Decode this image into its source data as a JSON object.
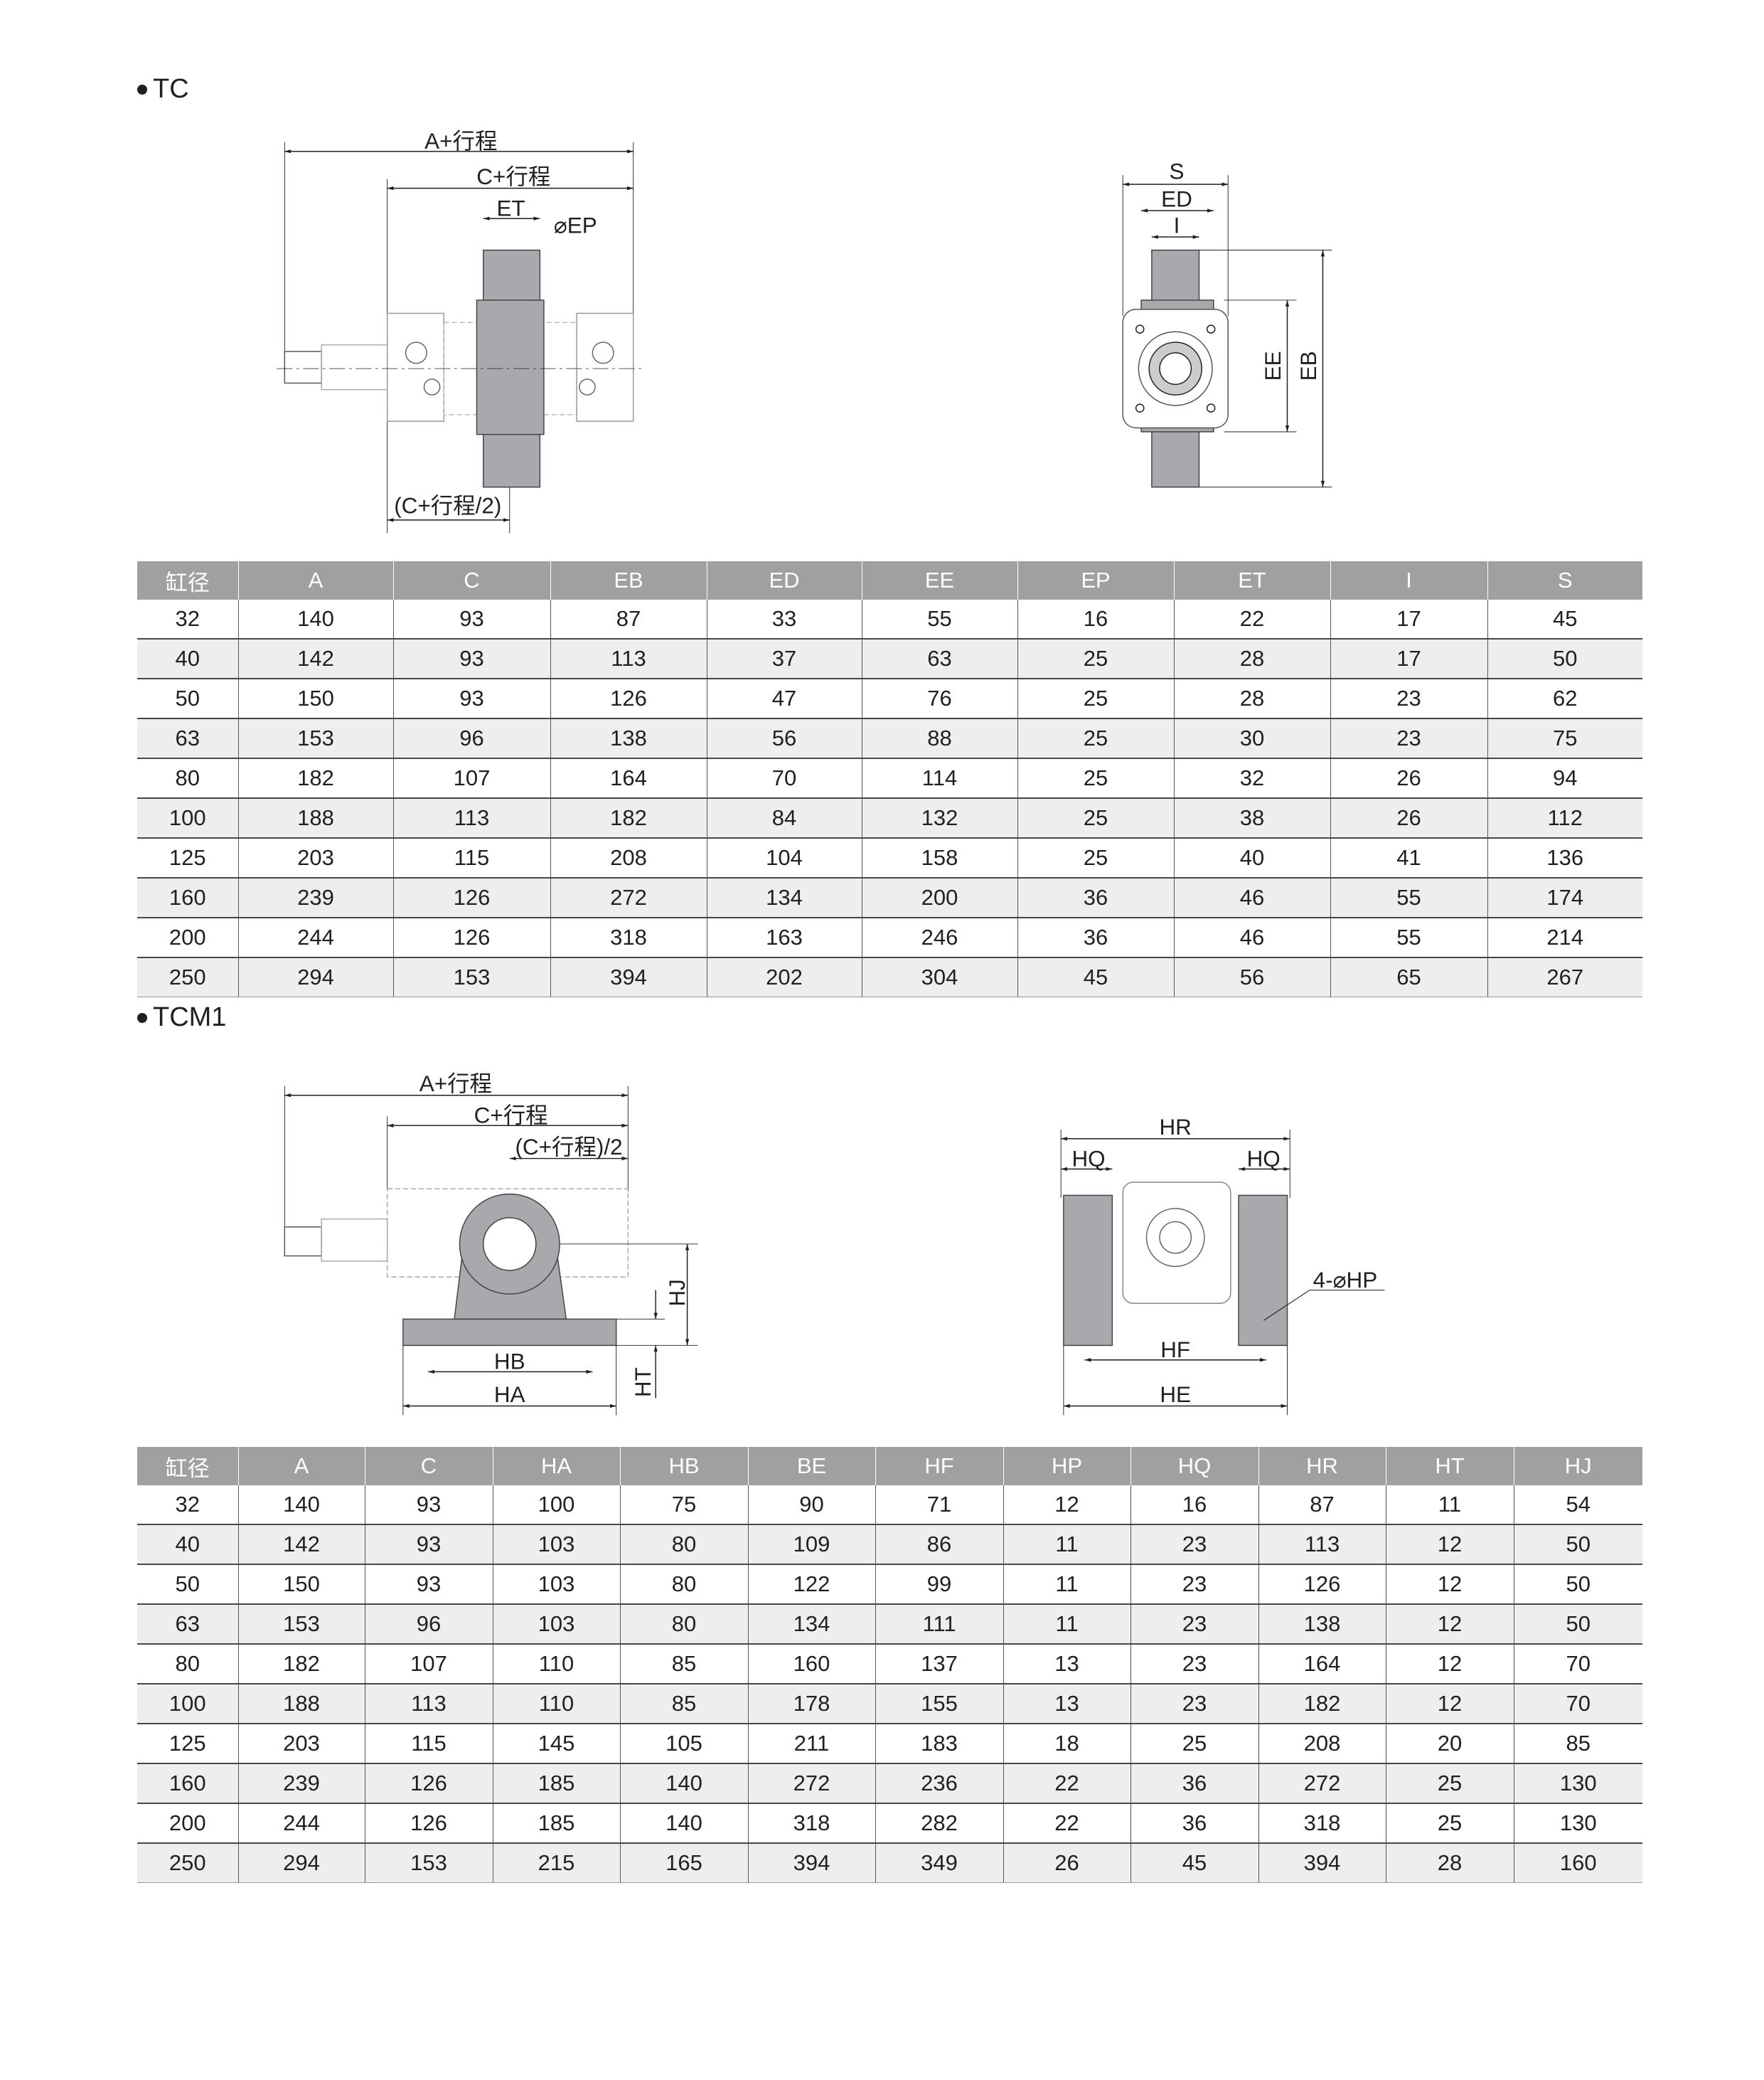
{
  "sections": [
    {
      "title": "TC",
      "columns": [
        "缸径",
        "A",
        "C",
        "EB",
        "ED",
        "EE",
        "EP",
        "ET",
        "I",
        "S"
      ],
      "rows": [
        [
          "32",
          "140",
          "93",
          "87",
          "33",
          "55",
          "16",
          "22",
          "17",
          "45"
        ],
        [
          "40",
          "142",
          "93",
          "113",
          "37",
          "63",
          "25",
          "28",
          "17",
          "50"
        ],
        [
          "50",
          "150",
          "93",
          "126",
          "47",
          "76",
          "25",
          "28",
          "23",
          "62"
        ],
        [
          "63",
          "153",
          "96",
          "138",
          "56",
          "88",
          "25",
          "30",
          "23",
          "75"
        ],
        [
          "80",
          "182",
          "107",
          "164",
          "70",
          "114",
          "25",
          "32",
          "26",
          "94"
        ],
        [
          "100",
          "188",
          "113",
          "182",
          "84",
          "132",
          "25",
          "38",
          "26",
          "112"
        ],
        [
          "125",
          "203",
          "115",
          "208",
          "104",
          "158",
          "25",
          "40",
          "41",
          "136"
        ],
        [
          "160",
          "239",
          "126",
          "272",
          "134",
          "200",
          "36",
          "46",
          "55",
          "174"
        ],
        [
          "200",
          "244",
          "126",
          "318",
          "163",
          "246",
          "36",
          "46",
          "55",
          "214"
        ],
        [
          "250",
          "294",
          "153",
          "394",
          "202",
          "304",
          "45",
          "56",
          "65",
          "267"
        ]
      ]
    },
    {
      "title": "TCM1",
      "columns": [
        "缸径",
        "A",
        "C",
        "HA",
        "HB",
        "BE",
        "HF",
        "HP",
        "HQ",
        "HR",
        "HT",
        "HJ"
      ],
      "rows": [
        [
          "32",
          "140",
          "93",
          "100",
          "75",
          "90",
          "71",
          "12",
          "16",
          "87",
          "11",
          "54"
        ],
        [
          "40",
          "142",
          "93",
          "103",
          "80",
          "109",
          "86",
          "11",
          "23",
          "113",
          "12",
          "50"
        ],
        [
          "50",
          "150",
          "93",
          "103",
          "80",
          "122",
          "99",
          "11",
          "23",
          "126",
          "12",
          "50"
        ],
        [
          "63",
          "153",
          "96",
          "103",
          "80",
          "134",
          "111",
          "11",
          "23",
          "138",
          "12",
          "50"
        ],
        [
          "80",
          "182",
          "107",
          "110",
          "85",
          "160",
          "137",
          "13",
          "23",
          "164",
          "12",
          "70"
        ],
        [
          "100",
          "188",
          "113",
          "110",
          "85",
          "178",
          "155",
          "13",
          "23",
          "182",
          "12",
          "70"
        ],
        [
          "125",
          "203",
          "115",
          "145",
          "105",
          "211",
          "183",
          "18",
          "25",
          "208",
          "20",
          "85"
        ],
        [
          "160",
          "239",
          "126",
          "185",
          "140",
          "272",
          "236",
          "22",
          "36",
          "272",
          "25",
          "130"
        ],
        [
          "200",
          "244",
          "126",
          "185",
          "140",
          "318",
          "282",
          "22",
          "36",
          "318",
          "25",
          "130"
        ],
        [
          "250",
          "294",
          "153",
          "215",
          "165",
          "394",
          "349",
          "26",
          "45",
          "394",
          "28",
          "160"
        ]
      ]
    }
  ],
  "drawings": {
    "tc_side": {
      "a": "A+行程",
      "c": "C+行程",
      "et": "ET",
      "ep": "⌀EP",
      "half": "(C+行程/2)"
    },
    "tc_end": {
      "s": "S",
      "ed": "ED",
      "i": "I",
      "ee": "EE",
      "eb": "EB"
    },
    "tcm1_side": {
      "a": "A+行程",
      "c": "C+行程",
      "half": "(C+行程)/2",
      "hb": "HB",
      "ha": "HA",
      "hj": "HJ",
      "ht": "HT"
    },
    "tcm1_end": {
      "hr": "HR",
      "hq_left": "HQ",
      "hq_right": "HQ",
      "hp": "4-⌀HP",
      "hf": "HF",
      "he": "HE"
    }
  },
  "colors": {
    "header_bg": "#9fa0a2",
    "stripe_bg": "#eeeef0",
    "part_fill": "#a7a9ac"
  }
}
